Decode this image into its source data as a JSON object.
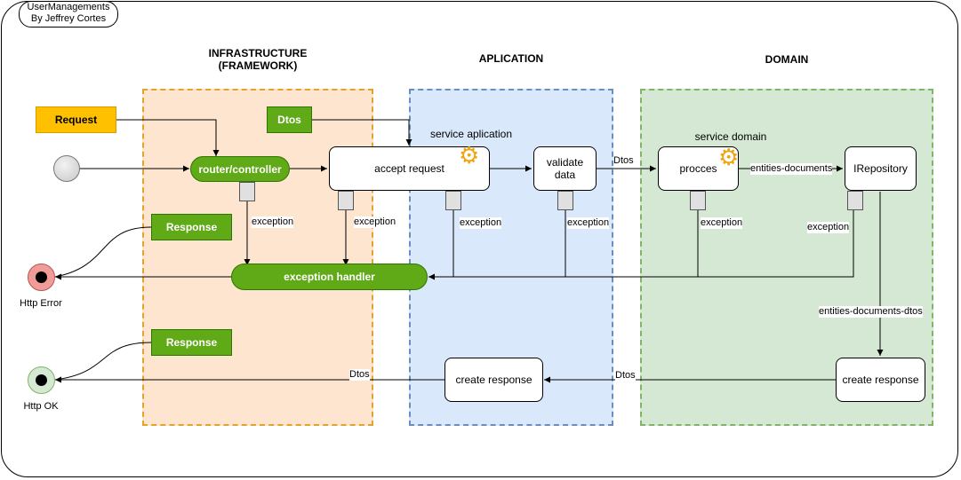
{
  "diagram": {
    "title_line1": "UserManagements",
    "title_line2": "By Jeffrey Cortes",
    "lanes": {
      "infrastructure_line1": "INFRASTRUCTURE",
      "infrastructure_line2": "(FRAMEWORK)",
      "application": "APLICATION",
      "domain": "DOMAIN"
    },
    "boxes": {
      "request": "Request",
      "dtos": "Dtos",
      "response_error": "Response",
      "response_ok": "Response",
      "router": "router/controller",
      "exception_handler": "exception handler"
    },
    "nodes": {
      "accept_request": "accept request",
      "validate_line1": "validate",
      "validate_line2": "data",
      "procces": "procces",
      "irepository": "IRepository",
      "create_response_app": "create response",
      "create_response_domain": "create response"
    },
    "labels": {
      "service_aplication": "service aplication",
      "service_domain": "service domain",
      "exception": "exception",
      "dtos": "Dtos",
      "entities_documents": "entities-documents",
      "entities_documents_dtos": "entities-documents-dtos"
    },
    "endpoints": {
      "http_error": "Http Error",
      "http_ok": "Http OK"
    },
    "colors": {
      "green_fill": "#60a917",
      "orange_fill": "#ffc000",
      "infra_lane": "#fde5d0",
      "app_lane": "#dae8fc",
      "domain_lane": "#d5e8d4",
      "error_endpoint": "#f19c99",
      "ok_endpoint": "#d5e8d4"
    },
    "icons": [
      "gear-icon",
      "start-node-icon",
      "end-error-icon",
      "end-ok-icon"
    ]
  }
}
